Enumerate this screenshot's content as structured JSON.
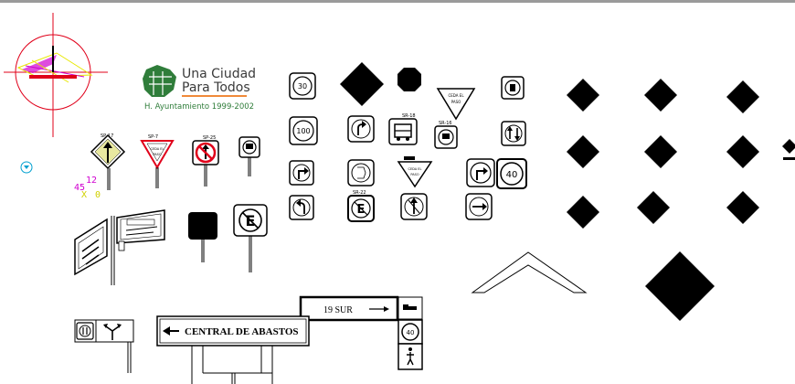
{
  "logo": {
    "line1": "Una Ciudad",
    "line2": "Para Todos",
    "caption": "H. Ayuntamiento 1999-2002"
  },
  "coords": {
    "a": "45",
    "b": "12",
    "c": "X",
    "d": "0"
  },
  "tags": {
    "sp17": "SP-17",
    "sp7": "SP-7",
    "sp25": "SP-25",
    "sp18": "SR-18",
    "sp16": "SR-16",
    "sp22": "SR-22"
  },
  "sign_text": {
    "speed_30": "30",
    "speed_100": "100",
    "speed_40": "40",
    "yield_1": "CEDA EL",
    "yield_2": "PASO"
  },
  "guide": {
    "main": "CENTRAL DE ABASTOS",
    "street": "19 SUR"
  },
  "colors": {
    "ink": "#000000",
    "red": "#e0001a",
    "green": "#2f7d3a",
    "magenta": "#d000d0",
    "yellow": "#e8e800",
    "cyan": "#00a0d0",
    "orange": "#f08a3a"
  }
}
